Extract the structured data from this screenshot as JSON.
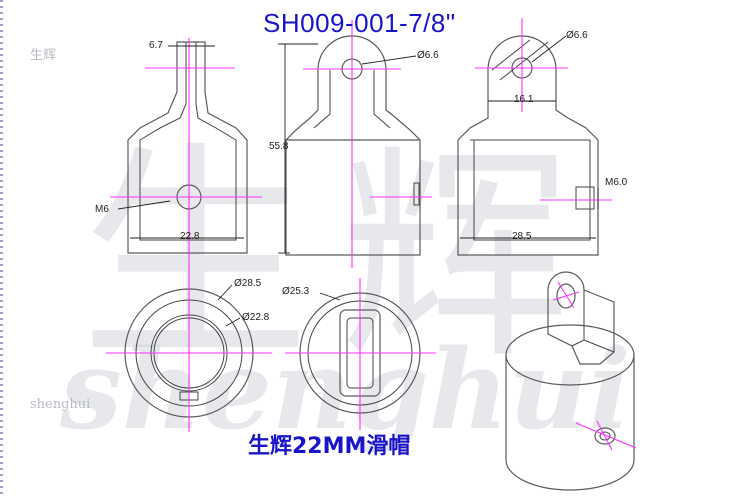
{
  "title": "SH009-001-7/8\"",
  "caption": "生辉22MM滑帽",
  "watermark": {
    "chinese": "生辉",
    "latin": "shenghui",
    "small_chinese": "生辉",
    "small_latin": "shenghui"
  },
  "dimensions": {
    "top_width": "6.7",
    "bore_front": "Ø6.6",
    "bore_side": "Ø6.6",
    "height": "55.8",
    "tab_width": "16.1",
    "thread_side": "M6.0",
    "thread_left": "M6",
    "inner_dia_left": "22.8",
    "inner_dia_right": "28.5",
    "outer_dia_bottom": "Ø28.5",
    "inner_dia_bottom": "Ø22.8",
    "top_view_dia": "Ø25.3"
  },
  "colors": {
    "title": "#1a14c8",
    "centerline": "#ff30ff",
    "outline": "#5a5a5a"
  }
}
